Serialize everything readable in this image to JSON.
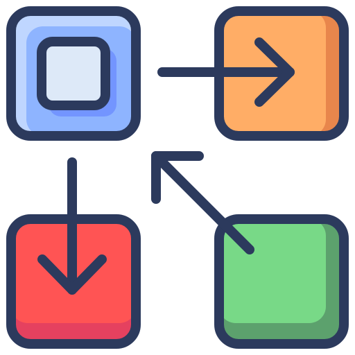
{
  "icon": {
    "name": "workflow-arrows-icon",
    "colors": {
      "outline": "#2c3a5d",
      "blue_fill": "#8eb4ff",
      "blue_highlight": "#bfd6ff",
      "blue_inner_shadow": "#6f8fff",
      "blue_inner_square": "#dde9f8",
      "orange_fill": "#ffad66",
      "orange_shadow": "#e8864c",
      "red_fill": "#ff5454",
      "red_shadow": "#e5415f",
      "green_fill": "#78d987",
      "green_shadow": "#5ca16d"
    },
    "tiles": [
      {
        "name": "blue-source-tile",
        "icon": "square-icon"
      },
      {
        "name": "orange-target-tile",
        "icon": "right-arrow-icon"
      },
      {
        "name": "red-target-tile",
        "icon": "down-arrow-icon"
      },
      {
        "name": "green-source-tile",
        "icon": "up-left-arrow-icon"
      }
    ]
  }
}
